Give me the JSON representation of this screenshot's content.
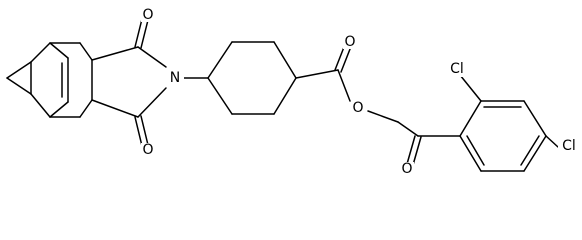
{
  "structure": {
    "background_color": "#ffffff",
    "line_color": "#000000",
    "atom_labels": {
      "o_imide_top": "O",
      "n_imide": "N",
      "o_imide_bottom": "O",
      "o_ester_carbonyl": "O",
      "o_ester_link": "O",
      "o_ketone": "O",
      "cl_ortho": "Cl",
      "cl_para": "Cl"
    }
  }
}
